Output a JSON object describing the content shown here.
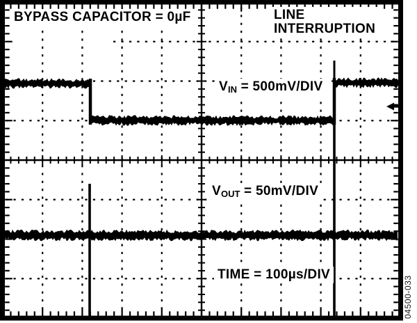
{
  "figure": {
    "id_label": "04500-033",
    "background": "#ffffff",
    "foreground": "#000000"
  },
  "annotations": {
    "condition": "BYPASS CAPACITOR = 0µF",
    "event_line1": "LINE",
    "event_line2": "INTERRUPTION",
    "vin": {
      "prefix": "V",
      "sub": "IN",
      "rest": " = 500mV/DIV"
    },
    "vout": {
      "prefix": "V",
      "sub": "OUT",
      "rest": " = 50mV/DIV"
    },
    "time": "TIME = 100µs/DIV"
  },
  "chart_data": {
    "type": "line",
    "instrument": "oscilloscope",
    "title": "LINE INTERRUPTION",
    "condition": "BYPASS CAPACITOR = 0µF",
    "x_axis": {
      "label": "TIME = 100µs/DIV",
      "time_per_div_us": 100,
      "divisions": 10,
      "range_us": [
        0,
        1000
      ]
    },
    "grid": {
      "cols": 10,
      "rows": 8,
      "minor_per_div": 5,
      "style": "dotted gridlines, ticked center axes and borders"
    },
    "series": [
      {
        "name": "VIN",
        "scale_per_div": "500mV",
        "description": "Input rail: high, steps down ≈1 div (≈500mV) at t≈220µs, steps back up at t≈835µs with a narrow overshoot spike",
        "waveform_t_us_y_div": [
          [
            0,
            1.94
          ],
          [
            220,
            1.94
          ],
          [
            220,
            1.0
          ],
          [
            835,
            1.0
          ],
          [
            835,
            2.52
          ],
          [
            839,
            1.94
          ],
          [
            1000,
            1.94
          ]
        ]
      },
      {
        "name": "VOUT",
        "scale_per_div": "50mV",
        "description": "Output: flat baseline with large glitch spikes at both line-interruption edges (no bypass capacitor); downward spikes clip at screen bottom",
        "waveform_t_us_y_div": [
          [
            0,
            -1.9
          ],
          [
            220,
            -0.6
          ],
          [
            220,
            -3.95
          ],
          [
            220,
            -1.9
          ],
          [
            835,
            -0.95
          ],
          [
            835,
            -3.95
          ],
          [
            835,
            -1.9
          ],
          [
            1000,
            -1.9
          ]
        ]
      }
    ],
    "markers": [
      {
        "name": "trigger-level-marker",
        "shape": "left-pointing arrow at right border",
        "y_div_above_center": 1.36
      }
    ],
    "render": {
      "plot": {
        "x0": 4,
        "y0": 3,
        "x1": 576,
        "y1": 457
      },
      "border_stroke": 7,
      "dotted_rows": [
        {
          "row": 1,
          "x_start": 163
        },
        {
          "row": 2
        },
        {
          "row": 3
        },
        {
          "row": 5
        },
        {
          "row": 7
        }
      ],
      "dotted_cols": [
        1,
        2,
        3,
        4,
        6,
        7,
        8,
        9
      ],
      "vin_bands": [
        {
          "x1": 4,
          "x2": 131,
          "y": 120
        },
        {
          "x1": 129,
          "x2": 482,
          "y": 173
        },
        {
          "x1": 481,
          "x2": 573,
          "y": 119
        }
      ],
      "vin_edges": [
        {
          "x": 130,
          "w": 4.5,
          "y1": 113,
          "y2": 179
        },
        {
          "x": 481,
          "w": 4.5,
          "y1": 112,
          "y2": 179
        }
      ],
      "vin_overshoot": {
        "x": 481,
        "w": 3,
        "y1": 87,
        "y2": 120
      },
      "vout_band": {
        "x1": 4,
        "x2": 573,
        "y": 338
      },
      "vout_spikes": [
        {
          "x": 129,
          "w": 3.6,
          "y1": 264,
          "y2": 454
        },
        {
          "x": 481,
          "w": 3.6,
          "y1": 176,
          "y2": 454
        }
      ],
      "trigger_arrow": {
        "tip_x": 556,
        "y": 153,
        "head_w": 11,
        "head_h": 11,
        "tail_x2": 574
      },
      "band_core": 2.6,
      "band_amp": 5.2,
      "noise_step": 2
    }
  }
}
